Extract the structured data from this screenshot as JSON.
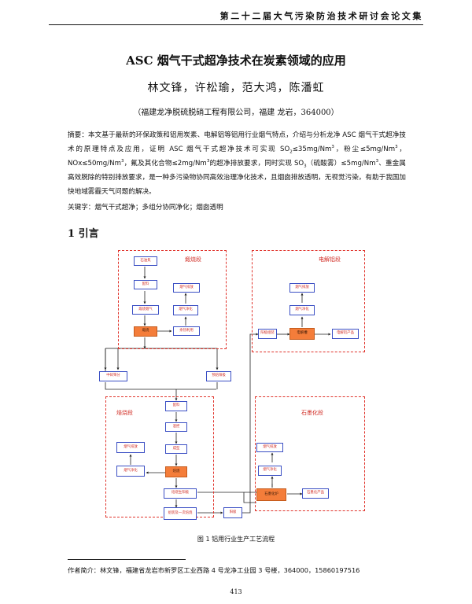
{
  "header": {
    "title": "第二十二届大气污染防治技术研讨会论文集"
  },
  "paper": {
    "title": "ASC 烟气干式超净技术在炭素领域的应用",
    "authors": "林文锋，许松瑜，范大鸿，陈潘虹",
    "affiliation": "（福建龙净脱硫脱硝工程有限公司，福建 龙岩，364000）",
    "abstract": {
      "label": "摘要：",
      "t1": "本文基于最新的环保政策和铝用炭素、电解铝等铝用行业烟气特点，介绍与分析龙净 ASC 烟气干式超净技术的原理特点及应用，证明 ASC 烟气干式超净技术可实现 SO",
      "t1_sub": "2",
      "t2": "≤35mg/Nm",
      "t2_sup": "3",
      "t3": "，粉尘≤5mg/Nm",
      "t3_sup": "3",
      "t4": "，NOx≤50mg/Nm",
      "t4_sup": "3",
      "t5": "，氟及其化合物≤2mg/Nm",
      "t5_sup": "3",
      "t6": "的超净排放要求，同时实现 SO",
      "t6_sub": "3",
      "t7": "（硫酸雾）≤5mg/Nm",
      "t7_sup": "3",
      "t8": "、重金属高效脱除的特别排放要求，是一种多污染物协同高效治理净化技术，且烟囱排放透明，无视觉污染，有助于我国加快地域雾霾天气问题的解决。"
    },
    "keywords": "关键字：烟气干式超净；多组分协同净化；烟囱透明",
    "section_heading": "1  引言",
    "figure_caption": "图 1  铝用行业生产工艺流程",
    "footnote": "作者简介：林文锋，福建省龙岩市新罗区工业西路 4 号龙净工业园 3 号楼，364000，15860197516",
    "page_number": "413"
  },
  "diagram": {
    "regions": {
      "calcination": "煅烧段",
      "electrolysis": "电解铝段",
      "roasting": "焙烧段",
      "graphitization": "石墨化段"
    },
    "boxes": {
      "c1": "石油焦",
      "c2": "配料",
      "c3": "煅烧烟气",
      "c4": "煅烧",
      "c5": "烟气排放",
      "c6": "烟气净化",
      "c7": "余热利用",
      "m1": "中碎筛分",
      "m2": "预焙阳极",
      "r1": "配料",
      "r2": "混捏",
      "r3": "成型",
      "r4": "焙烧",
      "r5": "烟气排放",
      "r6": "烟气净化",
      "r7": "焙烧生阳极",
      "r8": "组装及一次焙烧",
      "r9": "阳极",
      "e1": "阳极组装",
      "e2": "电解槽",
      "e3": "烟气排放",
      "e4": "烟气净化",
      "e5": "电解铝产品",
      "g1": "烟气排放",
      "g2": "烟气净化",
      "g3": "石墨化炉",
      "g4": "石墨化产品"
    }
  }
}
